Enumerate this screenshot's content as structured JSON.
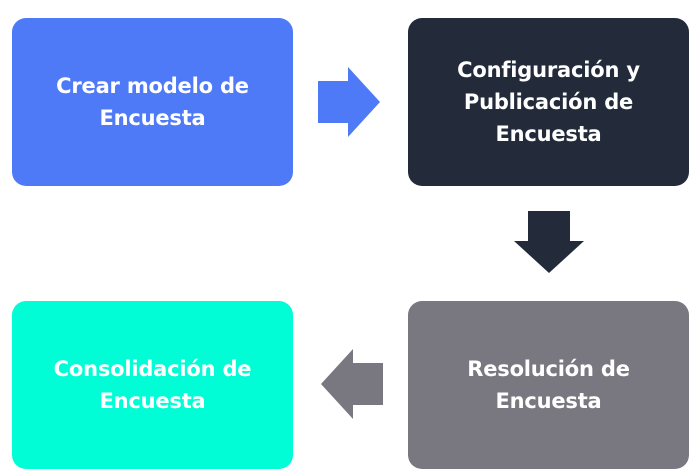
{
  "diagram": {
    "steps": [
      {
        "label": "Crear modelo de Encuesta",
        "color": "#4e7af8"
      },
      {
        "label": "Configuración y Publicación de Encuesta",
        "color": "#232b3b"
      },
      {
        "label": "Resolución de Encuesta",
        "color": "#797880"
      },
      {
        "label": "Consolidación de Encuesta",
        "color": "#00fdd6"
      }
    ],
    "arrows": [
      {
        "direction": "right",
        "color": "#4e7af8"
      },
      {
        "direction": "down",
        "color": "#232b3b"
      },
      {
        "direction": "left",
        "color": "#797880"
      }
    ]
  }
}
